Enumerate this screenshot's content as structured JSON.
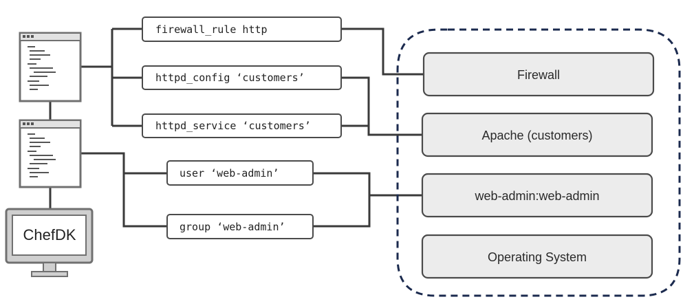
{
  "workstation": {
    "label": "ChefDK",
    "icon": "monitor-icon"
  },
  "cookbook_files": [
    {
      "icon": "code-file-icon"
    },
    {
      "icon": "code-file-icon"
    }
  ],
  "resources": [
    {
      "label": "firewall_rule http"
    },
    {
      "label": "httpd_config ‘customers’"
    },
    {
      "label": "httpd_service ‘customers’"
    },
    {
      "label": "user ‘web-admin’"
    },
    {
      "label": "group ‘web-admin’"
    }
  ],
  "node_layers": [
    {
      "label": "Firewall"
    },
    {
      "label": "Apache (customers)"
    },
    {
      "label": "web-admin:web-admin"
    },
    {
      "label": "Operating System"
    }
  ],
  "colors": {
    "boundary": "#1b2a4e",
    "layer_fill": "#ececec",
    "connector": "#3a3a3a"
  }
}
